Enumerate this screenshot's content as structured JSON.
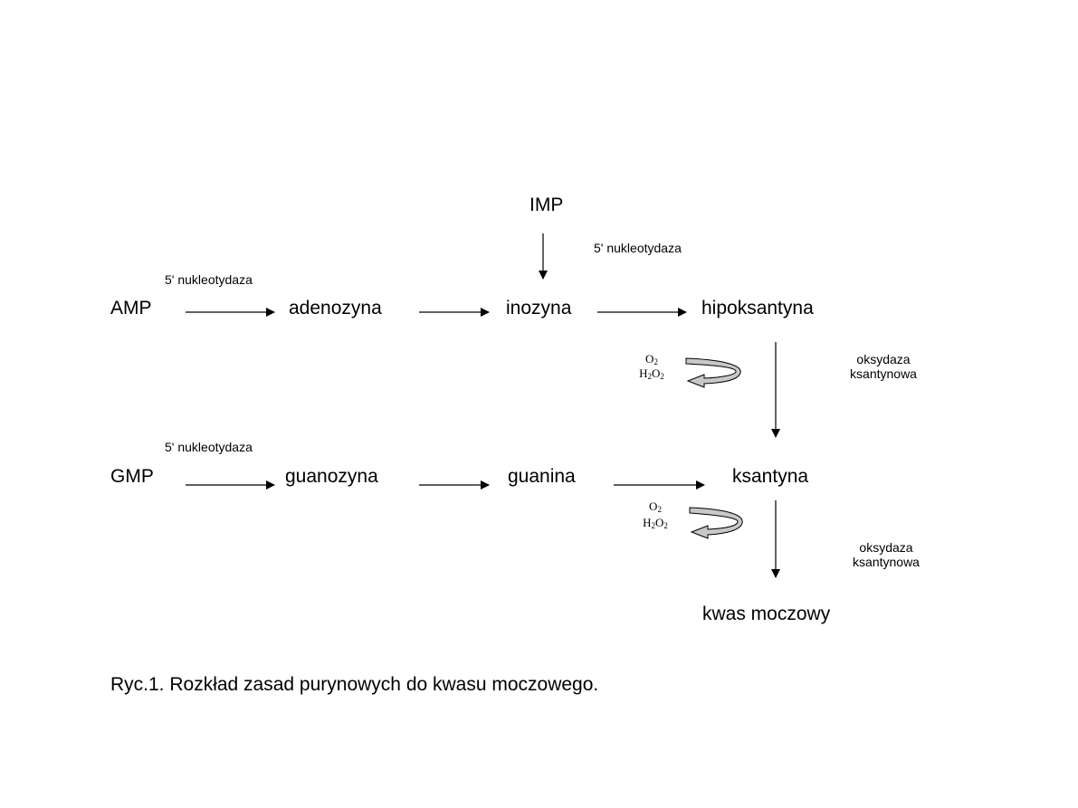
{
  "nodes": {
    "imp": "IMP",
    "amp": "AMP",
    "adenozyna": "adenozyna",
    "inozyna": "inozyna",
    "hipoksantyna": "hipoksantyna",
    "gmp": "GMP",
    "guanozyna": "guanozyna",
    "guanina": "guanina",
    "ksantyna": "ksantyna",
    "kwas_moczowy": "kwas moczowy"
  },
  "enzymes": {
    "nucleotidase_imp": "5' nukleotydaza",
    "nucleotidase_amp": "5' nukleotydaza",
    "nucleotidase_gmp": "5' nukleotydaza",
    "oxidase_1_line1": "oksydaza",
    "oxidase_1_line2": "ksantynowa",
    "oxidase_2_line1": "oksydaza",
    "oxidase_2_line2": "ksantynowa"
  },
  "cofactors": {
    "o2_base": "O",
    "o2_sub": "2",
    "h2o2_h": "H",
    "h2o2_sub1": "2",
    "h2o2_o": "O",
    "h2o2_sub2": "2"
  },
  "caption": "Ryc.1. Rozkład zasad purynowych do kwasu moczowego.",
  "colors": {
    "arrow": "#000000",
    "cofactor_arrow_fill": "#c8c8c8",
    "background": "#ffffff"
  }
}
